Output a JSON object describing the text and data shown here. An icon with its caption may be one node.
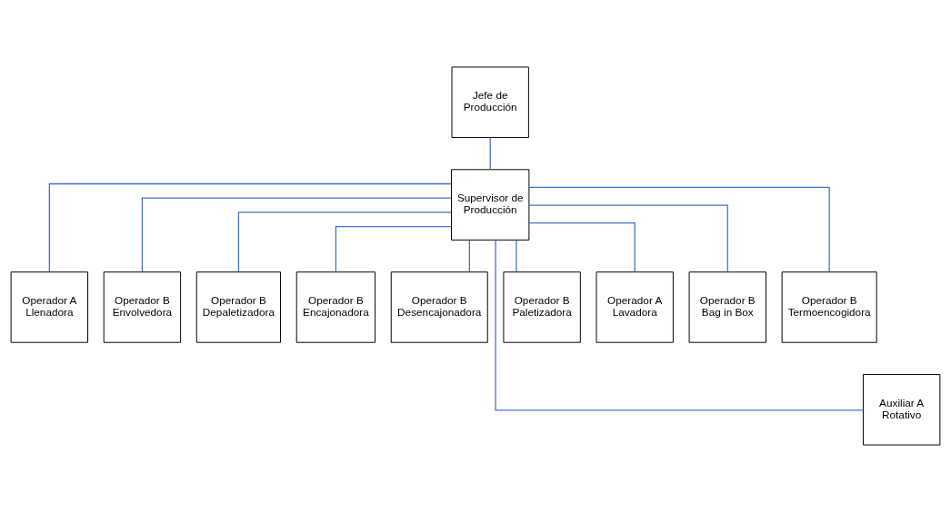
{
  "diagram": {
    "nodes": [
      {
        "text": [
          "Jefe de Producción"
        ]
      },
      {
        "text": [
          "Supervisor de Producción"
        ]
      },
      {
        "text": [
          "Operador A Llenadora"
        ]
      },
      {
        "text": [
          "Operador B Envolvedora"
        ]
      },
      {
        "text": [
          "Operador B Depaletizadora"
        ]
      },
      {
        "text": [
          "Operador B Encajonadora"
        ]
      },
      {
        "text": [
          "Operador B Desencajonadora"
        ]
      },
      {
        "text": [
          "Operador B Paletizadora"
        ]
      },
      {
        "text": [
          "Operador A Lavadora"
        ]
      },
      {
        "text": [
          "Operador B Bag in Box"
        ]
      },
      {
        "text": [
          "Operador B Termoencogidora"
        ]
      },
      {
        "text": [
          "Auxiliar A Rotativo"
        ]
      }
    ],
    "edges": [
      {
        "from": 0,
        "to": 1,
        "arrow": "none"
      },
      {
        "from": 1,
        "to": 2,
        "arrow": "none"
      },
      {
        "from": 1,
        "to": 3,
        "arrow": "none"
      },
      {
        "from": 1,
        "to": 4,
        "arrow": "none"
      },
      {
        "from": 1,
        "to": 5,
        "arrow": "none"
      },
      {
        "from": 1,
        "to": 6,
        "arrow": "none"
      },
      {
        "from": 1,
        "to": 7,
        "arrow": "none"
      },
      {
        "from": 1,
        "to": 8,
        "arrow": "none"
      },
      {
        "from": 1,
        "to": 9,
        "arrow": "none"
      },
      {
        "from": 1,
        "to": 10,
        "arrow": "none"
      },
      {
        "from": 1,
        "to": 11,
        "arrow": "none"
      }
    ]
  }
}
